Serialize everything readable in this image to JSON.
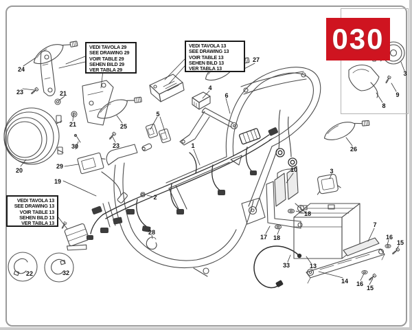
{
  "badge": {
    "number": "030",
    "color": "#cf1420"
  },
  "callouts": {
    "table29": {
      "lines": [
        "VEDI TAVOLA 29",
        "SEE DRAWING 29",
        "VOIR TABLE 29",
        "SEHEN BILD 29",
        "VER TABLA 29"
      ]
    },
    "table13": {
      "lines": [
        "VEDI TAVOLA 13",
        "SEE DRAWING 13",
        "VOIR TABLE 13",
        "SEHEN BILD 13",
        "VER TABLA 13"
      ]
    }
  },
  "parts": {
    "p1": "1",
    "p2": "2",
    "p3": "3",
    "p4": "4",
    "p5": "5",
    "p6": "6",
    "p7": "7",
    "p8": "8",
    "p9": "9",
    "p10": "10",
    "p13": "13",
    "p14": "14",
    "p15": "15",
    "p16": "16",
    "p17": "17",
    "p18": "18",
    "p19": "19",
    "p20": "20",
    "p21": "21",
    "p22": "22",
    "p23": "23",
    "p24": "24",
    "p25": "25",
    "p26": "26",
    "p27": "27",
    "p28": "28",
    "p29": "29",
    "p30": "30",
    "p32": "32",
    "p33": "33"
  }
}
